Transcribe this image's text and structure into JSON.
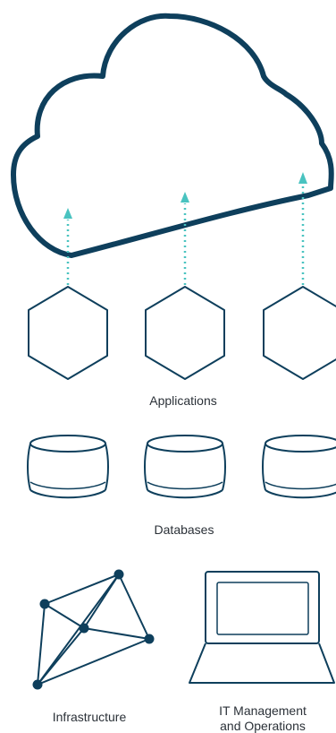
{
  "colors": {
    "outline": "#0e3f5c",
    "arrow": "#49c3c0",
    "text": "#2b3138"
  },
  "labels": {
    "applications": "Applications",
    "databases": "Databases",
    "infrastructure": "Infrastructure",
    "it_management_line1": "IT Management",
    "it_management_line2": "and Operations"
  },
  "icons": {
    "cloud": "cloud-icon",
    "application": "hexagon-icon",
    "database": "cylinder-icon",
    "infrastructure": "network-mesh-icon",
    "it_management": "laptop-icon"
  }
}
